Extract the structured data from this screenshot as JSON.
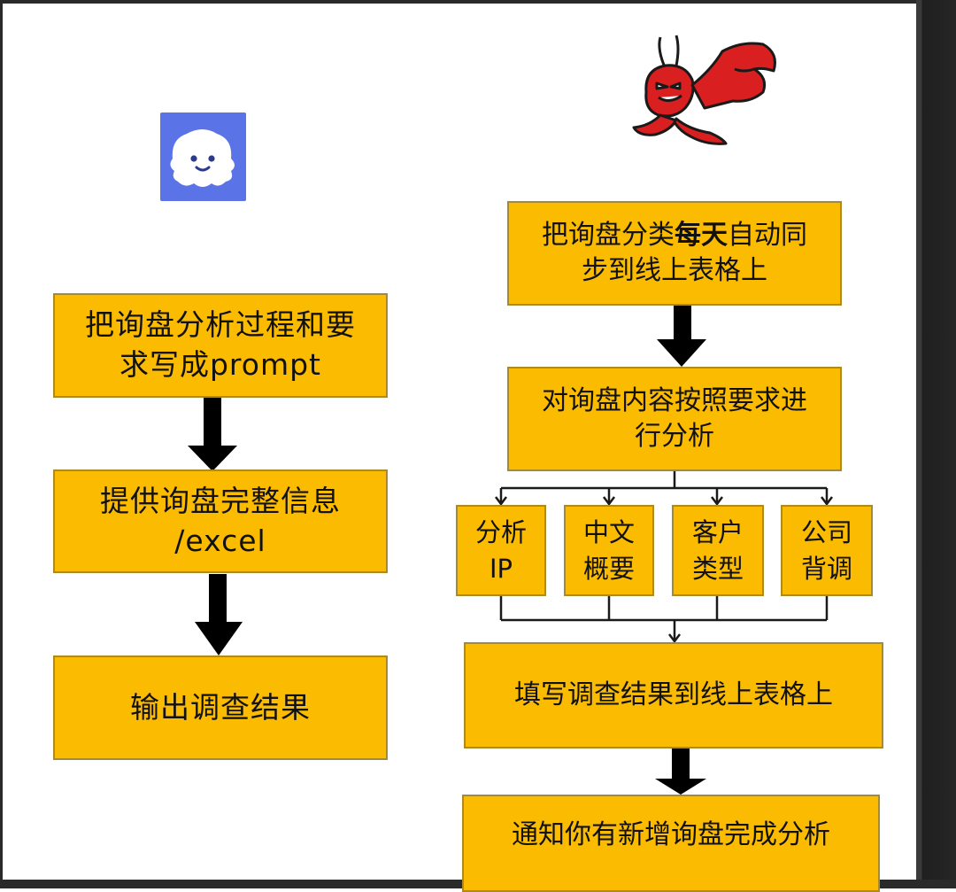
{
  "left_flow": {
    "icon": "ghost-logo-icon",
    "steps": [
      {
        "line1": "把询盘分析过程和要",
        "line2": "求写成prompt"
      },
      {
        "line1": "提供询盘完整信息",
        "line2": "/excel"
      },
      {
        "line1": "输出调查结果"
      }
    ]
  },
  "right_flow": {
    "icon": "lobster-mascot-icon",
    "step1": {
      "pre": "把询盘分类",
      "bold": "每天",
      "post": "自动同",
      "line2": "步到线上表格上"
    },
    "step2": {
      "line1": "对询盘内容按照要求进",
      "line2": "行分析"
    },
    "branches": [
      {
        "line1": "分析",
        "line2": "IP"
      },
      {
        "line1": "中文",
        "line2": "概要"
      },
      {
        "line1": "客户",
        "line2": "类型"
      },
      {
        "line1": "公司",
        "line2": "背调"
      }
    ],
    "step3": {
      "text": "填写调查结果到线上表格上"
    },
    "step4": {
      "text": "通知你有新增询盘完成分析"
    }
  },
  "colors": {
    "box_fill": "#fbbb00",
    "box_border": "#a88a2a",
    "arrow": "#000000",
    "ghost_bg": "#5a73e6",
    "lobster": "#d91f1f"
  }
}
